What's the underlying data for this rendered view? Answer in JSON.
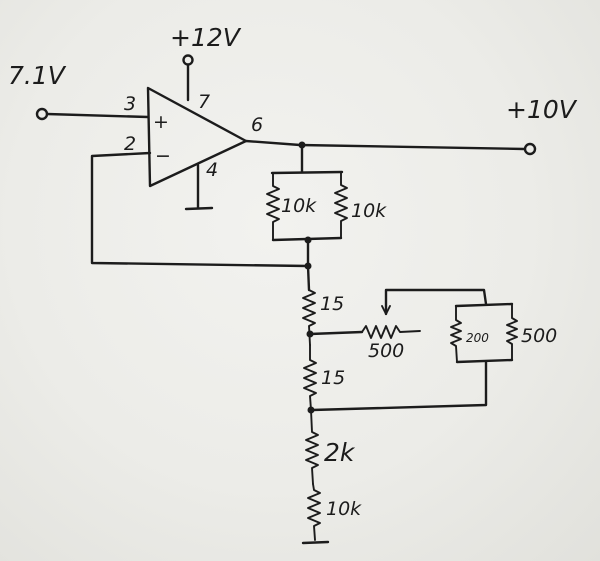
{
  "labels": {
    "input_voltage": "7.1V",
    "supply_voltage": "+12V",
    "output_voltage": "+10V",
    "pin_noninverting": "3",
    "pin_inverting": "2",
    "pin_supply": "7",
    "pin_ground": "4",
    "pin_output": "6",
    "plus_sign": "+",
    "minus_sign": "−",
    "r_parallel_left": "10k",
    "r_parallel_right": "10k",
    "r_upper_15": "15",
    "r_lower_15": "15",
    "r_trimmer": "500",
    "r_box_200": "200",
    "r_box_500": "500",
    "r_2k": "2k",
    "r_10k_bottom": "10k"
  }
}
